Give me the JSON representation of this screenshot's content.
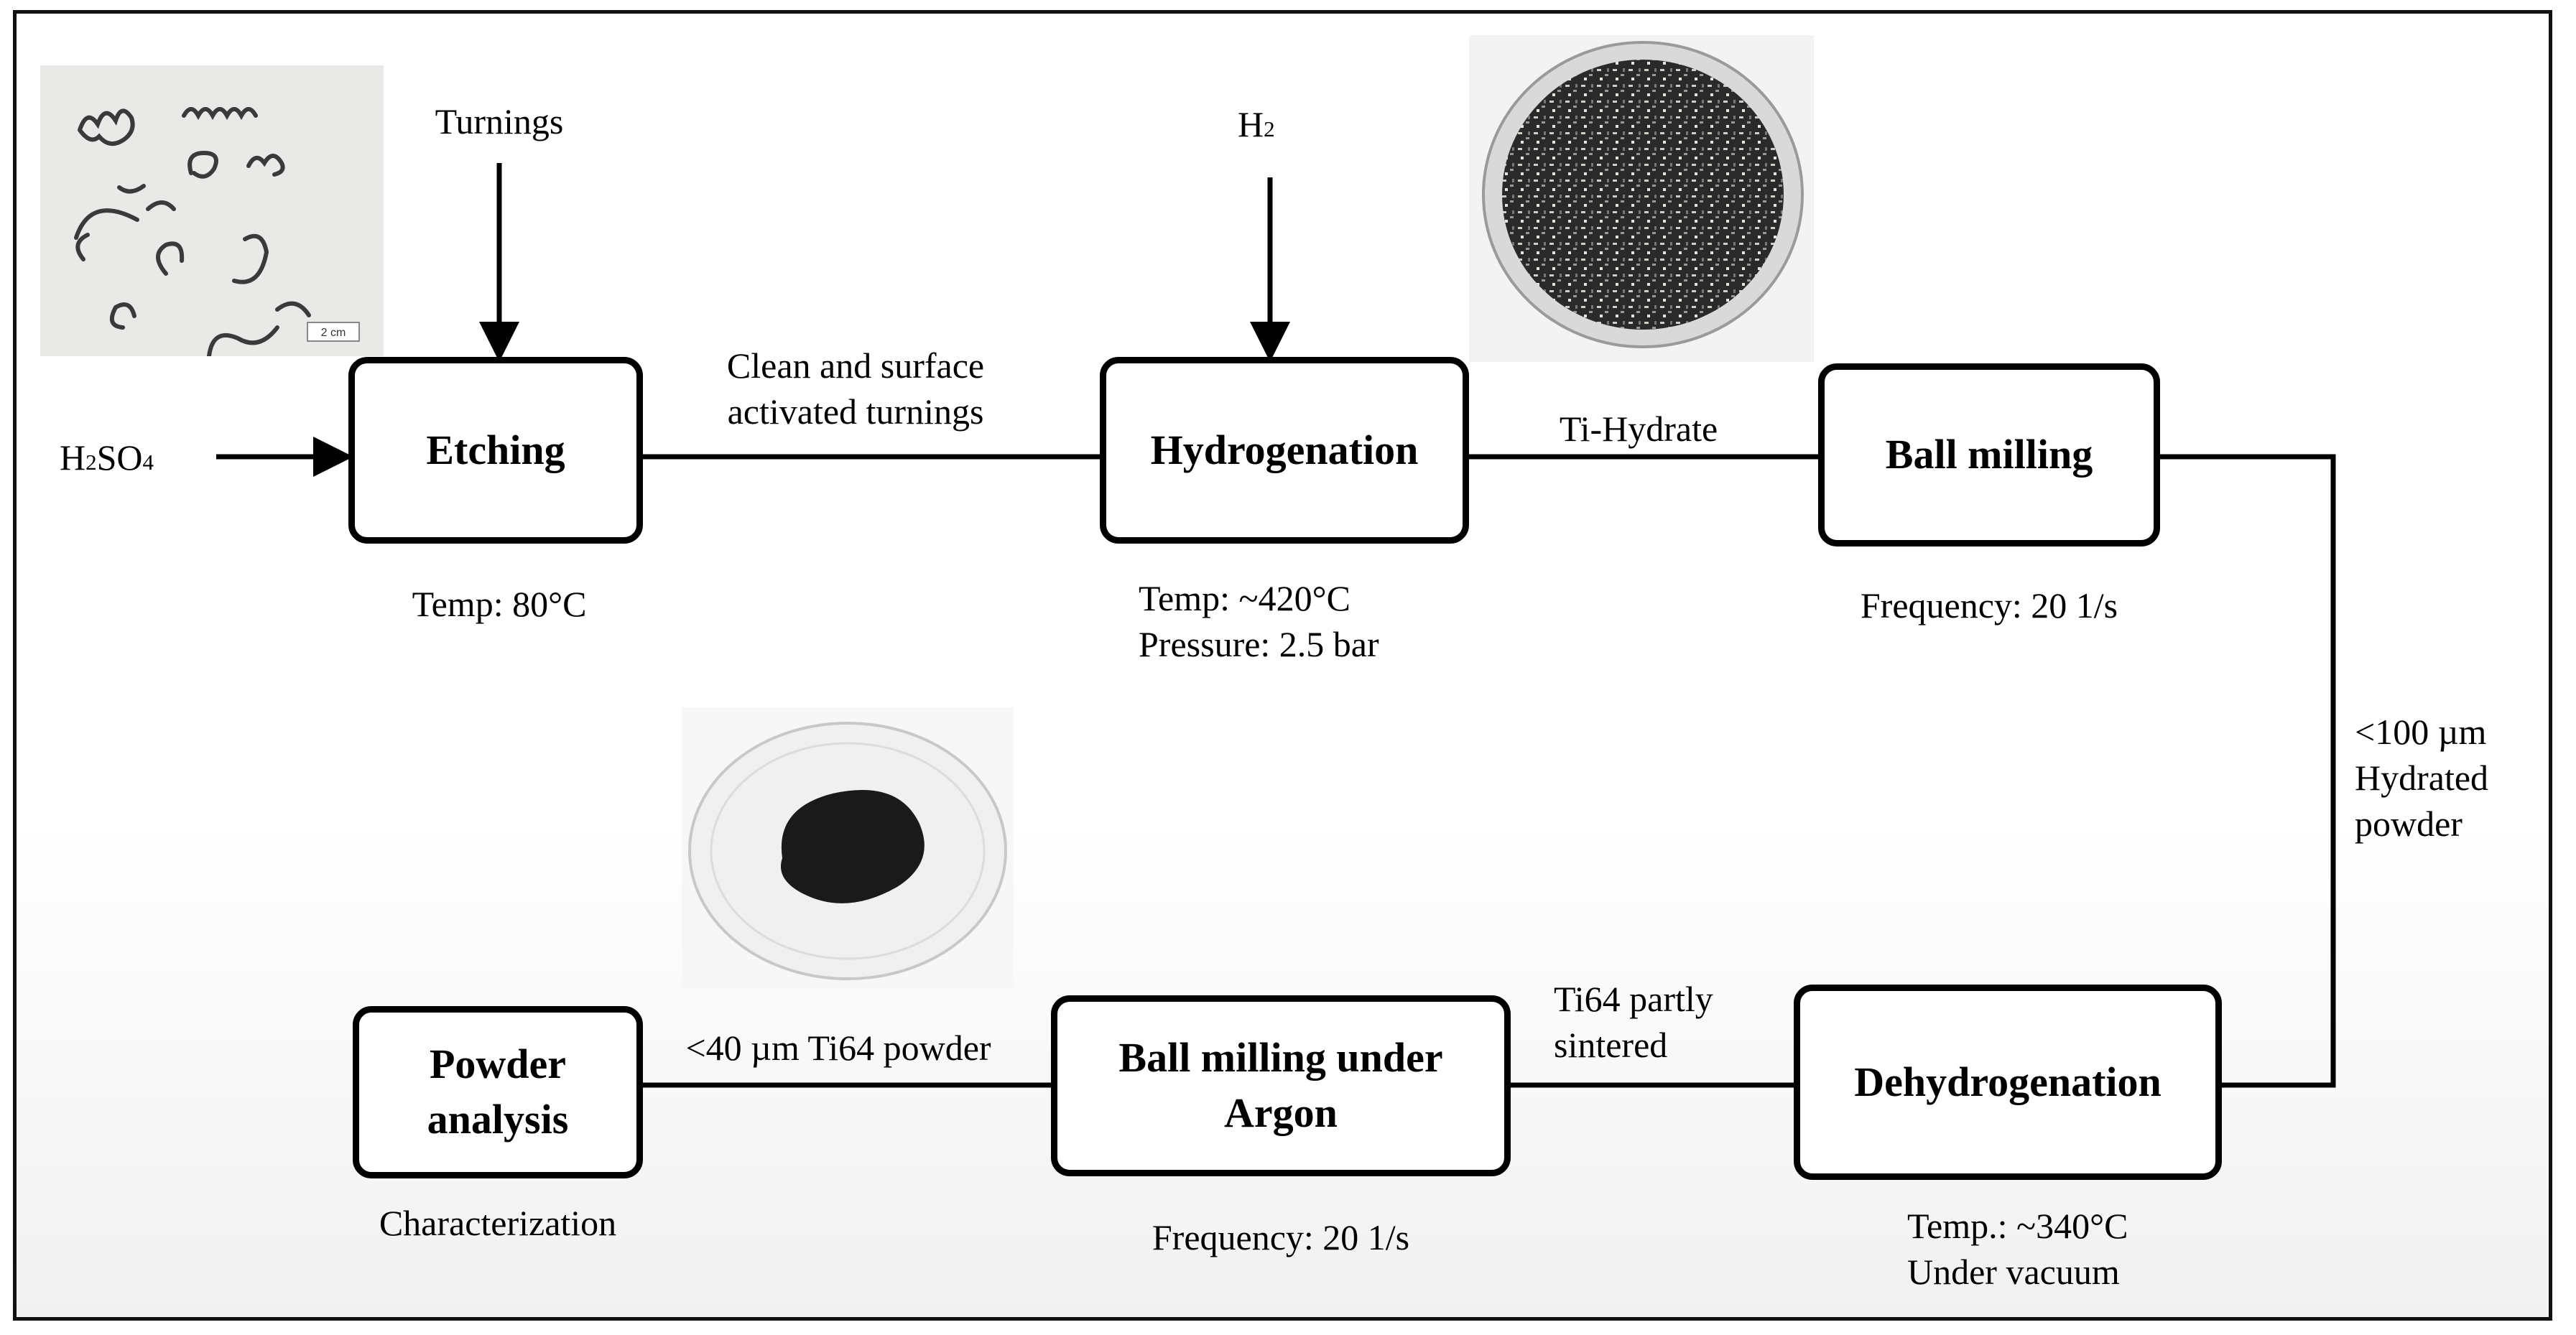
{
  "nodes": {
    "etching": "Etching",
    "hydrogenation": "Hydrogenation",
    "ball_milling": "Ball milling",
    "dehydrogenation": "Dehydrogenation",
    "ball_milling_argon_line1": "Ball milling under",
    "ball_milling_argon_line2": "Argon",
    "powder_analysis_line1": "Powder",
    "powder_analysis_line2": "analysis"
  },
  "inputs": {
    "turnings": "Turnings",
    "h2_base": "H",
    "h2_sub": "2",
    "acid_h": "H",
    "acid_2": "2",
    "acid_so": "SO",
    "acid_4": "4"
  },
  "edges": {
    "etch_to_hydro_line1": "Clean and surface",
    "etch_to_hydro_line2": "activated turnings",
    "hydro_to_mill": "Ti-Hydrate",
    "mill_to_dehydro_line1": "<100 µm",
    "mill_to_dehydro_line2": "Hydrated",
    "mill_to_dehydro_line3": "powder",
    "dehydro_to_argon_line1": "Ti64 partly",
    "dehydro_to_argon_line2": "sintered",
    "argon_to_analysis": "<40 µm Ti64 powder"
  },
  "conditions": {
    "etching": "Temp: 80°C",
    "hydrogenation_temp": "Temp: ~420°C",
    "hydrogenation_pressure": "Pressure: 2.5 bar",
    "ball_milling": "Frequency: 20 1/s",
    "dehydrogenation_temp": "Temp.: ~340°C",
    "dehydrogenation_env": "Under vacuum",
    "ball_milling_argon": "Frequency: 20 1/s",
    "powder_analysis": "Characterization"
  },
  "photo_scale_bar": "2 cm"
}
